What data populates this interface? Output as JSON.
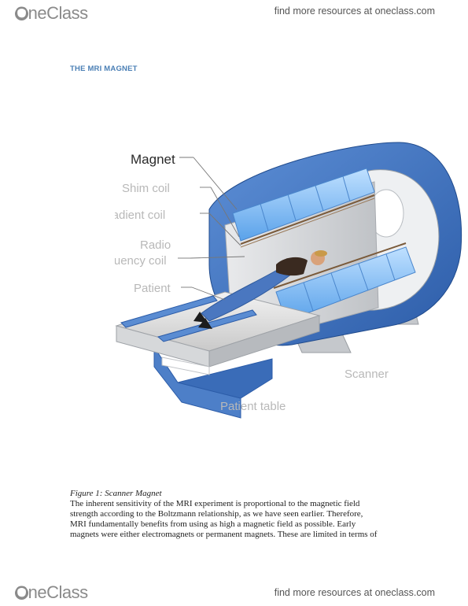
{
  "header": {
    "logo_text": "OneClass",
    "link_text": "find more resources at oneclass.com"
  },
  "section_heading": "THE MRI MAGNET",
  "figure": {
    "labels": {
      "magnet": "Magnet",
      "shim_coil": "Shim coil",
      "gradient_coil": "Gradient coil",
      "radio": "Radio",
      "frequency_coil": "frequency coil",
      "patient": "Patient",
      "scanner": "Scanner",
      "patient_table": "Patient table"
    },
    "caption": "Figure 1: Scanner Magnet"
  },
  "body_lines": [
    "The inherent sensitivity of the MRI experiment is proportional to the magnetic field",
    "strength according to the Boltzmann relationship, as we have seen earlier. Therefore,",
    "MRI fundamentally benefits from using as high a magnetic field as possible. Early",
    "magnets were either electromagnets or permanent magnets. These are limited in terms of"
  ],
  "footer": {
    "logo_text": "OneClass",
    "link_text": "find more resources at oneclass.com"
  }
}
